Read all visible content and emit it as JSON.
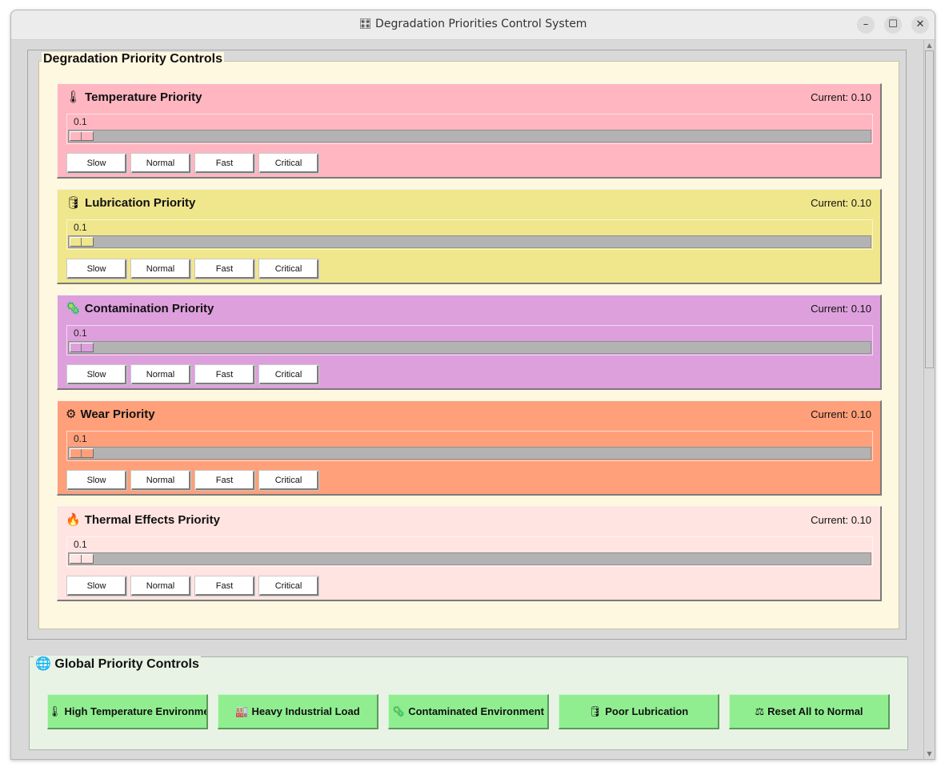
{
  "window": {
    "title": "Degradation Priorities Control System",
    "title_icon": "control-knobs-icon",
    "minimize": "–",
    "maximize": "☐",
    "close": "✕"
  },
  "degradation_section": {
    "title": "Degradation Priority Controls",
    "cards": [
      {
        "id": "temperature",
        "icon": "thermometer-icon",
        "icon_glyph": "🌡",
        "title": "Temperature Priority",
        "current": "Current: 0.10",
        "value": "0.1",
        "bg": "#ffb6c1",
        "handle": "#ffb6c1"
      },
      {
        "id": "lubrication",
        "icon": "oil-drum-icon",
        "icon_glyph": "🛢",
        "title": "Lubrication Priority",
        "current": "Current: 0.10",
        "value": "0.1",
        "bg": "#f0e68c",
        "handle": "#f0e68c"
      },
      {
        "id": "contamination",
        "icon": "microbe-icon",
        "icon_glyph": "🦠",
        "title": "Contamination Priority",
        "current": "Current: 0.10",
        "value": "0.1",
        "bg": "#dda0dd",
        "handle": "#dda0dd"
      },
      {
        "id": "wear",
        "icon": "gear-icon",
        "icon_glyph": "⚙",
        "title": "Wear Priority",
        "current": "Current: 0.10",
        "value": "0.1",
        "bg": "#ffa07a",
        "handle": "#ffa07a"
      },
      {
        "id": "thermal",
        "icon": "fire-icon",
        "icon_glyph": "🔥",
        "title": "Thermal Effects Priority",
        "current": "Current: 0.10",
        "value": "0.1",
        "bg": "#ffe4e1",
        "handle": "#ffe4e1"
      }
    ],
    "buttons": [
      "Slow",
      "Normal",
      "Fast",
      "Critical"
    ]
  },
  "global_section": {
    "title": "Global Priority Controls",
    "icon": "globe-icon",
    "icon_glyph": "🌐",
    "buttons": [
      {
        "id": "high-temp",
        "icon": "thermometer-icon",
        "icon_glyph": "🌡",
        "label": "High Temperature Environment"
      },
      {
        "id": "heavy-load",
        "icon": "factory-icon",
        "icon_glyph": "🏭",
        "label": "Heavy Industrial Load"
      },
      {
        "id": "contaminated",
        "icon": "microbe-icon",
        "icon_glyph": "🦠",
        "label": "Contaminated Environment"
      },
      {
        "id": "poor-lube",
        "icon": "oil-drum-icon",
        "icon_glyph": "🛢",
        "label": "Poor Lubrication"
      },
      {
        "id": "reset",
        "icon": "balance-scale-icon",
        "icon_glyph": "⚖",
        "label": "Reset All to Normal"
      }
    ]
  }
}
